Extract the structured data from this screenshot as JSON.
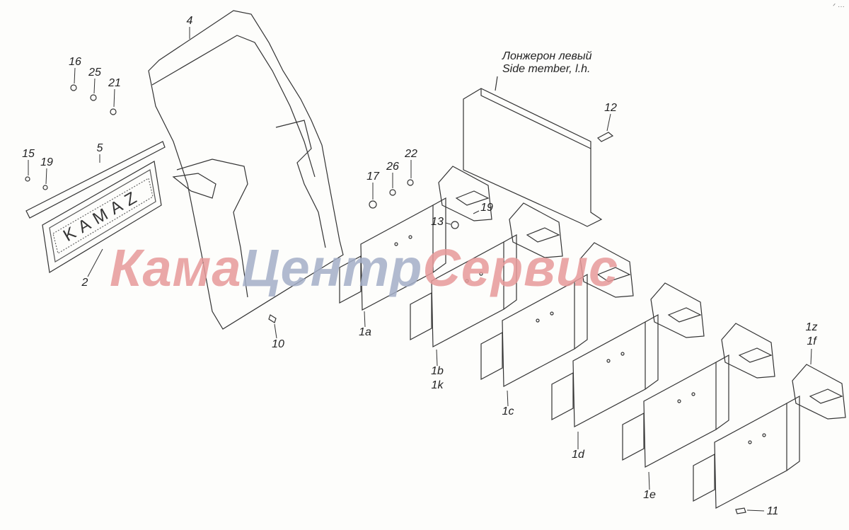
{
  "diagram": {
    "callouts": {
      "c4": "4",
      "c16": "16",
      "c25": "25",
      "c21": "21",
      "c15": "15",
      "c19a": "19",
      "c5": "5",
      "c2": "2",
      "c10": "10",
      "c17": "17",
      "c26": "26",
      "c22": "22",
      "c13": "13",
      "c19b": "19",
      "c12": "12",
      "c1a": "1a",
      "c1b": "1b",
      "c1k": "1k",
      "c1c": "1c",
      "c1d": "1d",
      "c1e": "1e",
      "c1z": "1z",
      "c1f": "1f",
      "c11": "11"
    },
    "side_member_ru": "Лонжерон левый",
    "side_member_en": "Side member, l.h.",
    "mudflap_logo": "KAMAZ",
    "corner_mark": "ᐟ ···"
  },
  "watermark": {
    "part1": "Кама",
    "part2": "Центр",
    "part3": "Сервис",
    "color_red": "#e79a9a",
    "color_blue": "#a4afc8"
  }
}
